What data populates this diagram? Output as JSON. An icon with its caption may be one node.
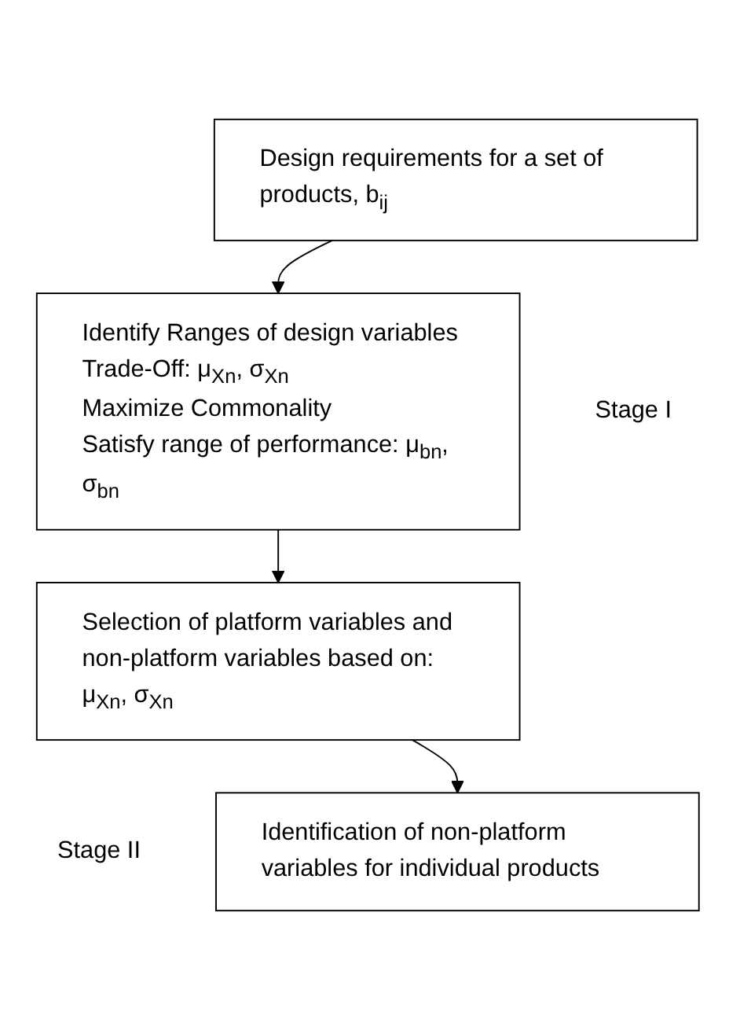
{
  "diagram": {
    "nodes": [
      {
        "text": [
          "Design requirements for a set of products, b$_{ij}$"
        ]
      },
      {
        "text": [
          "Identify Ranges of design variables",
          "Trade-Off: μ$_{Xn}$, σ$_{Xn}$",
          "Maximize Commonality",
          "Satisfy range of performance: μ$_{bn}$, σ$_{bn}$"
        ],
        "beside": [
          "Stage I"
        ]
      },
      {
        "text": [
          "Selection of platform variables and non-platform variables based on:",
          "μ$_{Xn}$, σ$_{Xn}$"
        ]
      },
      {
        "text": [
          "Identification of non-platform variables for individual products"
        ],
        "beside": [
          "Stage II"
        ]
      }
    ],
    "edges": [
      {
        "from": 0,
        "to": 1,
        "arrow": "to"
      },
      {
        "from": 1,
        "to": 2,
        "arrow": "to"
      },
      {
        "from": 2,
        "to": 3,
        "arrow": "to"
      }
    ]
  }
}
